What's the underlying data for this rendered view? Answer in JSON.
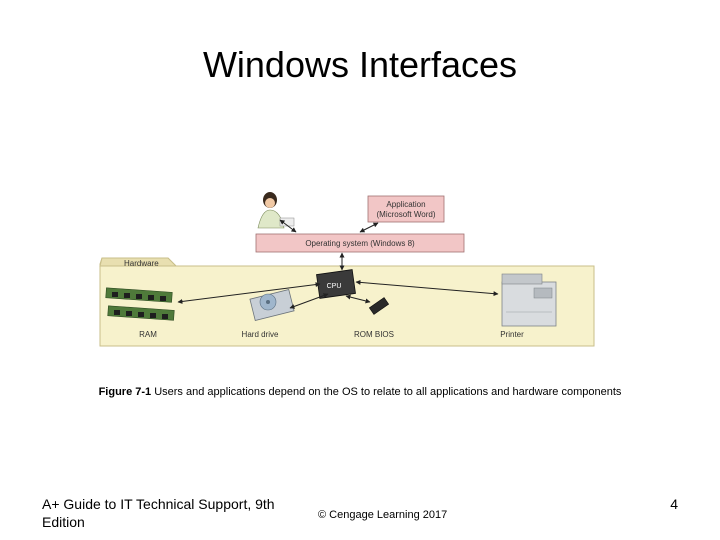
{
  "slide": {
    "title": "Windows Interfaces"
  },
  "figure": {
    "application_label_line1": "Application",
    "application_label_line2": "(Microsoft Word)",
    "os_label": "Operating system (Windows 8)",
    "hardware_label": "Hardware",
    "cpu_label": "CPU",
    "ram_label": "RAM",
    "hard_drive_label": "Hard drive",
    "rom_bios_label": "ROM BIOS",
    "printer_label": "Printer",
    "colors": {
      "os_box": "#f2c6c6",
      "app_box": "#f2c6c6",
      "hardware_panel": "#f7f2cc",
      "hardware_tab": "#e8dfb0",
      "arrow": "#222222"
    }
  },
  "caption": {
    "figure_number": "Figure 7-1",
    "text": " Users and applications depend on the OS to relate to all applications and hardware components"
  },
  "footer": {
    "left": "A+ Guide to IT Technical Support, 9th Edition",
    "center": "© Cengage Learning  2017",
    "page_number": "4"
  }
}
